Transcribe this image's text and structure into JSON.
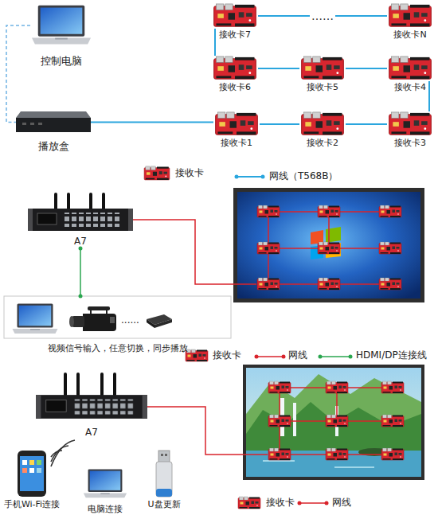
{
  "diagram": {
    "nodes": [
      {
        "text": [
          "控制电脑"
        ]
      },
      {
        "text": [
          "播放盒"
        ]
      },
      {
        "text": [
          "接收卡1"
        ]
      },
      {
        "text": [
          "接收卡2"
        ]
      },
      {
        "text": [
          "接收卡3"
        ]
      },
      {
        "text": [
          "接收卡4"
        ]
      },
      {
        "text": [
          "接收卡5"
        ]
      },
      {
        "text": [
          "接收卡6"
        ]
      },
      {
        "text": [
          "接收卡7"
        ]
      },
      {
        "text": [
          "接收卡N"
        ]
      },
      {
        "text": [
          "A7"
        ]
      },
      {
        "text": [
          "视频信号输入，任意切换，同步播放"
        ]
      },
      {
        "text": [
          "A7"
        ]
      },
      {
        "text": [
          "手机Wi-Fi连接"
        ]
      },
      {
        "text": [
          "电脑连接"
        ]
      },
      {
        "text": [
          "U盘更新"
        ]
      }
    ],
    "edges": [
      {
        "from": 0,
        "to": 1,
        "arrow": "none"
      },
      {
        "from": 1,
        "to": 2,
        "arrow": "none"
      },
      {
        "from": 2,
        "to": 3,
        "arrow": "none"
      },
      {
        "from": 3,
        "to": 4,
        "arrow": "none"
      },
      {
        "from": 4,
        "to": 5,
        "arrow": "none"
      },
      {
        "from": 5,
        "to": 6,
        "arrow": "none"
      },
      {
        "from": 6,
        "to": 7,
        "arrow": "none"
      },
      {
        "from": 7,
        "to": 8,
        "arrow": "none"
      },
      {
        "from": 8,
        "to": 9,
        "label": "……",
        "arrow": "none"
      },
      {
        "from": 10,
        "to": 11,
        "arrow": "none"
      }
    ],
    "labels": [
      "......"
    ],
    "legend": [
      {
        "text": "接收卡"
      },
      {
        "text": "网线（T568B）"
      },
      {
        "text": "接收卡"
      },
      {
        "text": "网线"
      },
      {
        "text": "HDMI/DP连接线"
      },
      {
        "text": "接收卡"
      },
      {
        "text": "网线"
      }
    ]
  }
}
